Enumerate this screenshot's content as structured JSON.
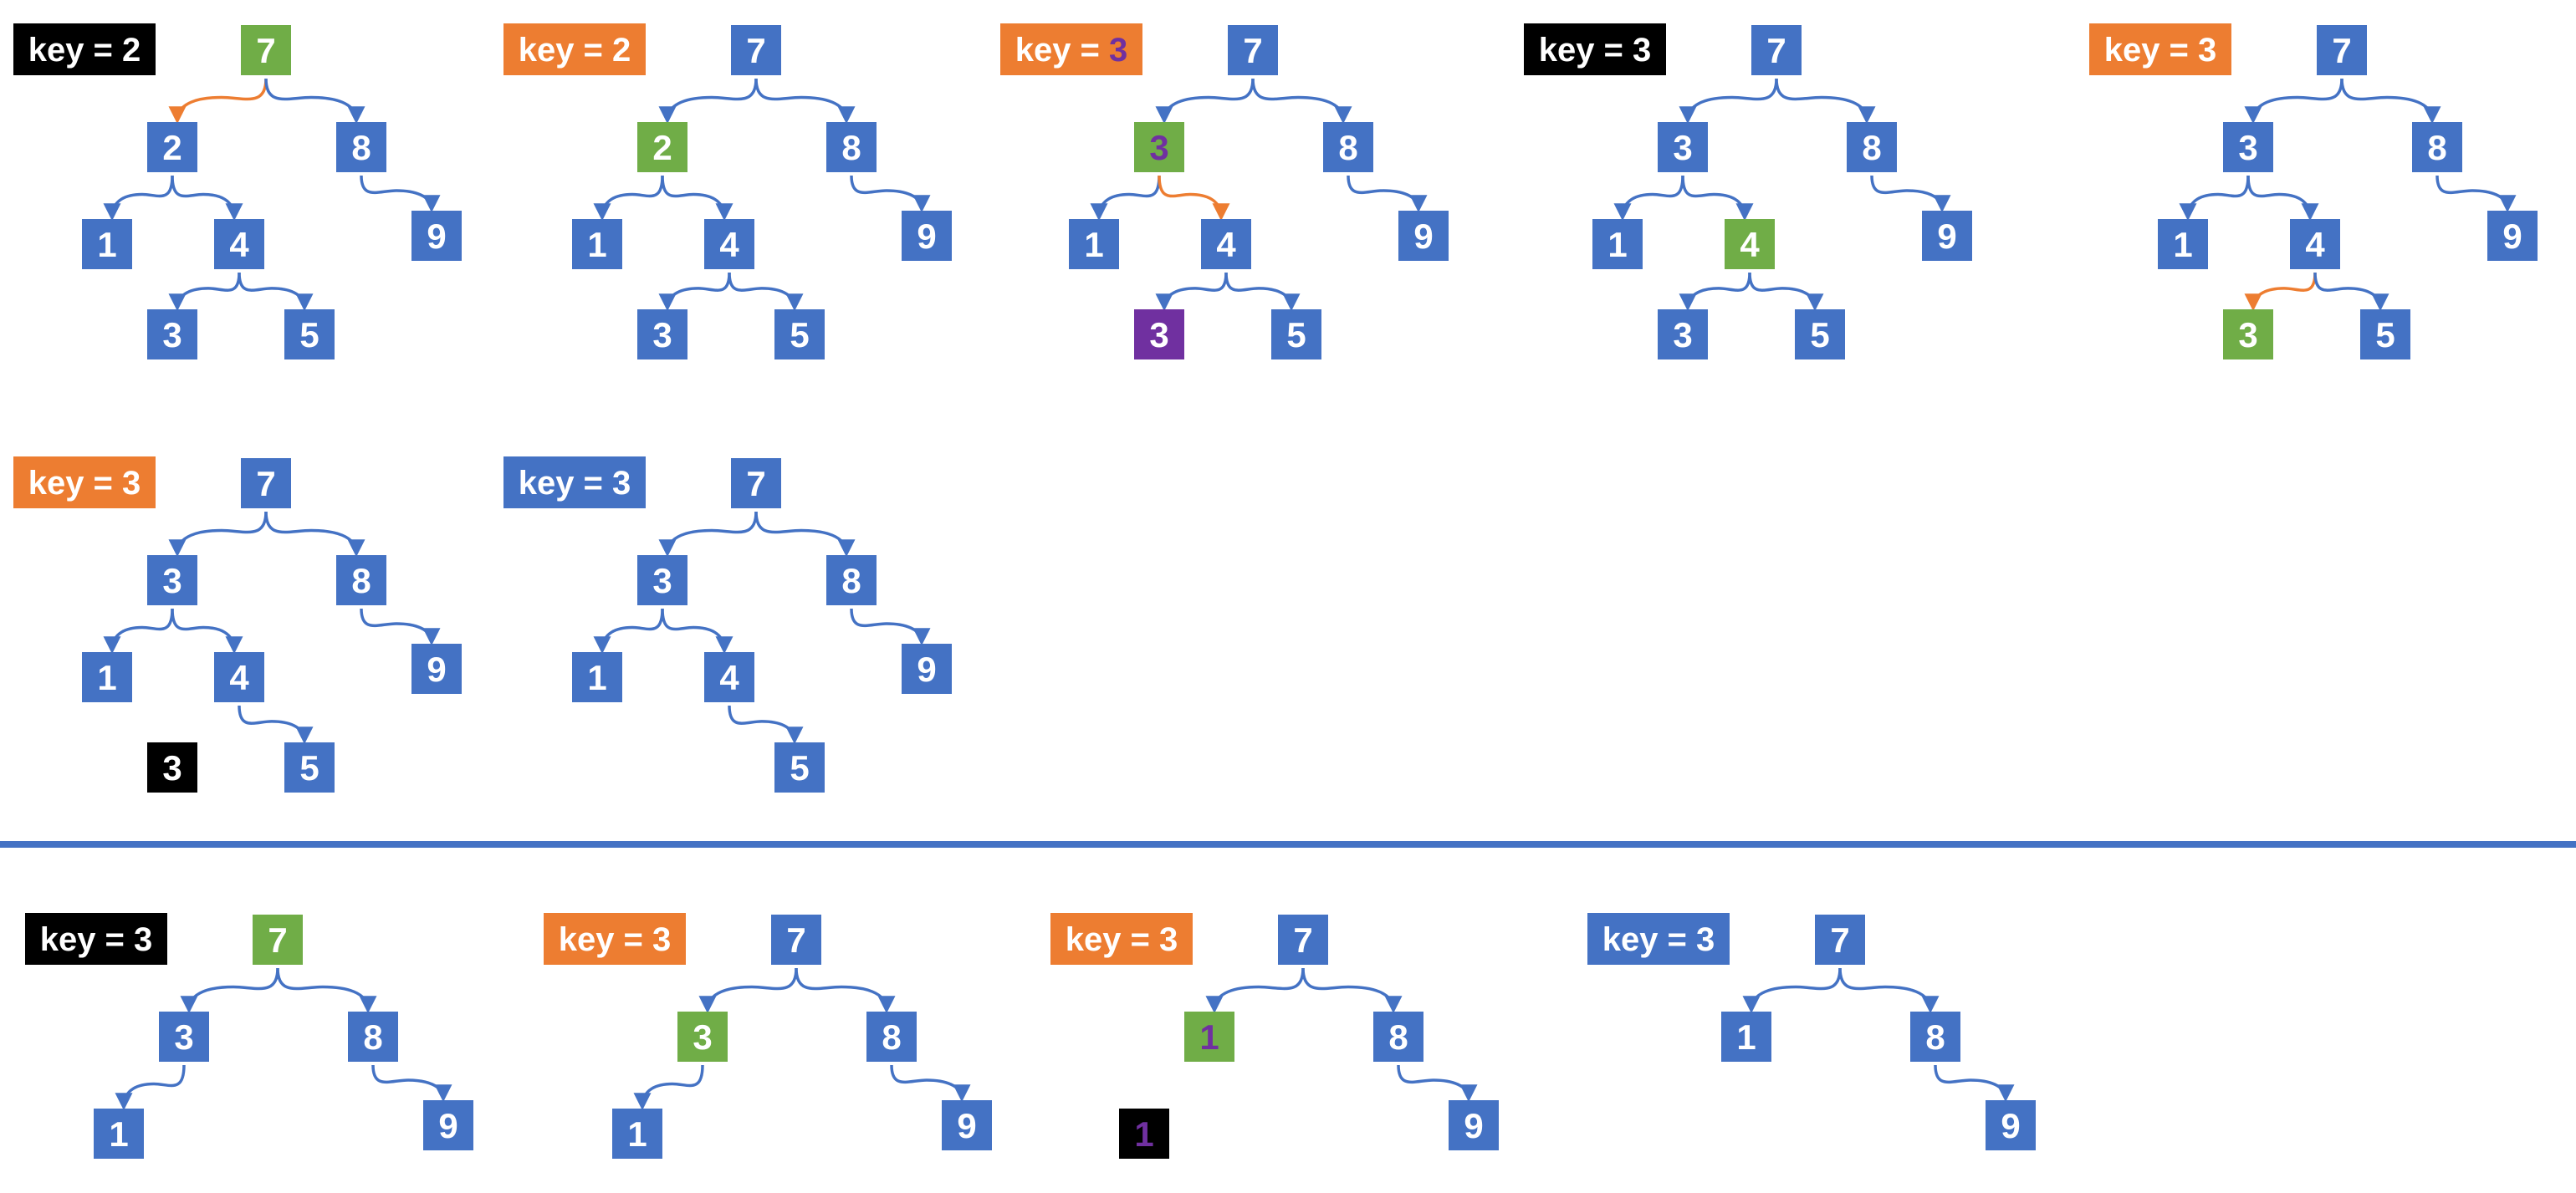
{
  "colors": {
    "blue": "#4472C4",
    "green": "#70AD47",
    "orange": "#ED7D31",
    "black": "#000000",
    "purple": "#7030A0",
    "white": "#FFFFFF",
    "edge_blue": "#4472C4",
    "edge_orange": "#ED7D31"
  },
  "panels": [
    {
      "id": "row1-step1",
      "label": {
        "text": "key = 2",
        "prefix": "key = ",
        "value": "2",
        "bg": "black",
        "value_color": "white"
      },
      "nodes": [
        {
          "id": "n7",
          "text": "7",
          "fill": "green"
        },
        {
          "id": "n2",
          "text": "2",
          "fill": "blue"
        },
        {
          "id": "n8",
          "text": "8",
          "fill": "blue"
        },
        {
          "id": "n1",
          "text": "1",
          "fill": "blue"
        },
        {
          "id": "n4",
          "text": "4",
          "fill": "blue"
        },
        {
          "id": "n9",
          "text": "9",
          "fill": "blue"
        },
        {
          "id": "n3",
          "text": "3",
          "fill": "blue"
        },
        {
          "id": "n5",
          "text": "5",
          "fill": "blue"
        }
      ],
      "edges": [
        {
          "from": "n7",
          "to": "n2",
          "color": "orange"
        },
        {
          "from": "n7",
          "to": "n8",
          "color": "blue"
        },
        {
          "from": "n2",
          "to": "n1",
          "color": "blue"
        },
        {
          "from": "n2",
          "to": "n4",
          "color": "blue"
        },
        {
          "from": "n8",
          "to": "n9",
          "color": "blue"
        },
        {
          "from": "n4",
          "to": "n3",
          "color": "blue"
        },
        {
          "from": "n4",
          "to": "n5",
          "color": "blue"
        }
      ]
    },
    {
      "id": "row1-step2",
      "label": {
        "text": "key = 2",
        "prefix": "key = ",
        "value": "2",
        "bg": "orange",
        "value_color": "white"
      },
      "nodes": [
        {
          "id": "n7",
          "text": "7",
          "fill": "blue"
        },
        {
          "id": "n2",
          "text": "2",
          "fill": "green"
        },
        {
          "id": "n8",
          "text": "8",
          "fill": "blue"
        },
        {
          "id": "n1",
          "text": "1",
          "fill": "blue"
        },
        {
          "id": "n4",
          "text": "4",
          "fill": "blue"
        },
        {
          "id": "n9",
          "text": "9",
          "fill": "blue"
        },
        {
          "id": "n3",
          "text": "3",
          "fill": "blue"
        },
        {
          "id": "n5",
          "text": "5",
          "fill": "blue"
        }
      ],
      "edges": [
        {
          "from": "n7",
          "to": "n2",
          "color": "blue"
        },
        {
          "from": "n7",
          "to": "n8",
          "color": "blue"
        },
        {
          "from": "n2",
          "to": "n1",
          "color": "blue"
        },
        {
          "from": "n2",
          "to": "n4",
          "color": "blue"
        },
        {
          "from": "n8",
          "to": "n9",
          "color": "blue"
        },
        {
          "from": "n4",
          "to": "n3",
          "color": "blue"
        },
        {
          "from": "n4",
          "to": "n5",
          "color": "blue"
        }
      ]
    },
    {
      "id": "row1-step3",
      "label": {
        "text": "key = 3",
        "prefix": "key = ",
        "value": "3",
        "bg": "orange",
        "value_color": "purple"
      },
      "nodes": [
        {
          "id": "n7",
          "text": "7",
          "fill": "blue"
        },
        {
          "id": "n2",
          "text": "3",
          "fill": "green",
          "text_color": "purple"
        },
        {
          "id": "n8",
          "text": "8",
          "fill": "blue"
        },
        {
          "id": "n1",
          "text": "1",
          "fill": "blue"
        },
        {
          "id": "n4",
          "text": "4",
          "fill": "blue"
        },
        {
          "id": "n9",
          "text": "9",
          "fill": "blue"
        },
        {
          "id": "n3",
          "text": "3",
          "fill": "purple"
        },
        {
          "id": "n5",
          "text": "5",
          "fill": "blue"
        }
      ],
      "edges": [
        {
          "from": "n7",
          "to": "n2",
          "color": "blue"
        },
        {
          "from": "n7",
          "to": "n8",
          "color": "blue"
        },
        {
          "from": "n2",
          "to": "n1",
          "color": "blue"
        },
        {
          "from": "n2",
          "to": "n4",
          "color": "orange"
        },
        {
          "from": "n8",
          "to": "n9",
          "color": "blue"
        },
        {
          "from": "n4",
          "to": "n3",
          "color": "blue"
        },
        {
          "from": "n4",
          "to": "n5",
          "color": "blue"
        }
      ]
    },
    {
      "id": "row1-step4",
      "label": {
        "text": "key = 3",
        "prefix": "key = ",
        "value": "3",
        "bg": "black",
        "value_color": "white"
      },
      "nodes": [
        {
          "id": "n7",
          "text": "7",
          "fill": "blue"
        },
        {
          "id": "n2",
          "text": "3",
          "fill": "blue"
        },
        {
          "id": "n8",
          "text": "8",
          "fill": "blue"
        },
        {
          "id": "n1",
          "text": "1",
          "fill": "blue"
        },
        {
          "id": "n4",
          "text": "4",
          "fill": "green"
        },
        {
          "id": "n9",
          "text": "9",
          "fill": "blue"
        },
        {
          "id": "n3",
          "text": "3",
          "fill": "blue"
        },
        {
          "id": "n5",
          "text": "5",
          "fill": "blue"
        }
      ],
      "edges": [
        {
          "from": "n7",
          "to": "n2",
          "color": "blue"
        },
        {
          "from": "n7",
          "to": "n8",
          "color": "blue"
        },
        {
          "from": "n2",
          "to": "n1",
          "color": "blue"
        },
        {
          "from": "n2",
          "to": "n4",
          "color": "blue"
        },
        {
          "from": "n8",
          "to": "n9",
          "color": "blue"
        },
        {
          "from": "n4",
          "to": "n3",
          "color": "blue"
        },
        {
          "from": "n4",
          "to": "n5",
          "color": "blue"
        }
      ]
    },
    {
      "id": "row1-step5",
      "label": {
        "text": "key = 3",
        "prefix": "key = ",
        "value": "3",
        "bg": "orange",
        "value_color": "white"
      },
      "nodes": [
        {
          "id": "n7",
          "text": "7",
          "fill": "blue"
        },
        {
          "id": "n2",
          "text": "3",
          "fill": "blue"
        },
        {
          "id": "n8",
          "text": "8",
          "fill": "blue"
        },
        {
          "id": "n1",
          "text": "1",
          "fill": "blue"
        },
        {
          "id": "n4",
          "text": "4",
          "fill": "blue"
        },
        {
          "id": "n9",
          "text": "9",
          "fill": "blue"
        },
        {
          "id": "n3",
          "text": "3",
          "fill": "green"
        },
        {
          "id": "n5",
          "text": "5",
          "fill": "blue"
        }
      ],
      "edges": [
        {
          "from": "n7",
          "to": "n2",
          "color": "blue"
        },
        {
          "from": "n7",
          "to": "n8",
          "color": "blue"
        },
        {
          "from": "n2",
          "to": "n1",
          "color": "blue"
        },
        {
          "from": "n2",
          "to": "n4",
          "color": "blue"
        },
        {
          "from": "n8",
          "to": "n9",
          "color": "blue"
        },
        {
          "from": "n4",
          "to": "n3",
          "color": "orange"
        },
        {
          "from": "n4",
          "to": "n5",
          "color": "blue"
        }
      ]
    },
    {
      "id": "row2-step1",
      "label": {
        "text": "key = 3",
        "prefix": "key = ",
        "value": "3",
        "bg": "orange",
        "value_color": "white"
      },
      "nodes": [
        {
          "id": "n7",
          "text": "7",
          "fill": "blue"
        },
        {
          "id": "n2",
          "text": "3",
          "fill": "blue"
        },
        {
          "id": "n8",
          "text": "8",
          "fill": "blue"
        },
        {
          "id": "n1",
          "text": "1",
          "fill": "blue"
        },
        {
          "id": "n4",
          "text": "4",
          "fill": "blue"
        },
        {
          "id": "n9",
          "text": "9",
          "fill": "blue"
        },
        {
          "id": "n3",
          "text": "3",
          "fill": "black"
        },
        {
          "id": "n5",
          "text": "5",
          "fill": "blue"
        }
      ],
      "edges": [
        {
          "from": "n7",
          "to": "n2",
          "color": "blue"
        },
        {
          "from": "n7",
          "to": "n8",
          "color": "blue"
        },
        {
          "from": "n2",
          "to": "n1",
          "color": "blue"
        },
        {
          "from": "n2",
          "to": "n4",
          "color": "blue"
        },
        {
          "from": "n8",
          "to": "n9",
          "color": "blue"
        },
        {
          "from": "n4",
          "to": "n5",
          "color": "blue"
        }
      ]
    },
    {
      "id": "row2-step2",
      "label": {
        "text": "key = 3",
        "prefix": "key = ",
        "value": "3",
        "bg": "blue",
        "value_color": "white"
      },
      "nodes": [
        {
          "id": "n7",
          "text": "7",
          "fill": "blue"
        },
        {
          "id": "n2",
          "text": "3",
          "fill": "blue"
        },
        {
          "id": "n8",
          "text": "8",
          "fill": "blue"
        },
        {
          "id": "n1",
          "text": "1",
          "fill": "blue"
        },
        {
          "id": "n4",
          "text": "4",
          "fill": "blue"
        },
        {
          "id": "n9",
          "text": "9",
          "fill": "blue"
        },
        {
          "id": "n5",
          "text": "5",
          "fill": "blue"
        }
      ],
      "edges": [
        {
          "from": "n7",
          "to": "n2",
          "color": "blue"
        },
        {
          "from": "n7",
          "to": "n8",
          "color": "blue"
        },
        {
          "from": "n2",
          "to": "n1",
          "color": "blue"
        },
        {
          "from": "n2",
          "to": "n4",
          "color": "blue"
        },
        {
          "from": "n8",
          "to": "n9",
          "color": "blue"
        },
        {
          "from": "n4",
          "to": "n5",
          "color": "blue"
        }
      ]
    },
    {
      "id": "row3-step1",
      "label": {
        "text": "key = 3",
        "prefix": "key = ",
        "value": "3",
        "bg": "black",
        "value_color": "white"
      },
      "nodes": [
        {
          "id": "n7",
          "text": "7",
          "fill": "green"
        },
        {
          "id": "n2",
          "text": "3",
          "fill": "blue"
        },
        {
          "id": "n8",
          "text": "8",
          "fill": "blue"
        },
        {
          "id": "n1",
          "text": "1",
          "fill": "blue"
        },
        {
          "id": "n9",
          "text": "9",
          "fill": "blue"
        }
      ],
      "edges": [
        {
          "from": "n7",
          "to": "n2",
          "color": "blue"
        },
        {
          "from": "n7",
          "to": "n8",
          "color": "blue"
        },
        {
          "from": "n2",
          "to": "n1",
          "color": "blue"
        },
        {
          "from": "n8",
          "to": "n9",
          "color": "blue"
        }
      ]
    },
    {
      "id": "row3-step2",
      "label": {
        "text": "key = 3",
        "prefix": "key = ",
        "value": "3",
        "bg": "orange",
        "value_color": "white"
      },
      "nodes": [
        {
          "id": "n7",
          "text": "7",
          "fill": "blue"
        },
        {
          "id": "n2",
          "text": "3",
          "fill": "green"
        },
        {
          "id": "n8",
          "text": "8",
          "fill": "blue"
        },
        {
          "id": "n1",
          "text": "1",
          "fill": "blue"
        },
        {
          "id": "n9",
          "text": "9",
          "fill": "blue"
        }
      ],
      "edges": [
        {
          "from": "n7",
          "to": "n2",
          "color": "blue"
        },
        {
          "from": "n7",
          "to": "n8",
          "color": "blue"
        },
        {
          "from": "n2",
          "to": "n1",
          "color": "blue"
        },
        {
          "from": "n8",
          "to": "n9",
          "color": "blue"
        }
      ]
    },
    {
      "id": "row3-step3",
      "label": {
        "text": "key = 3",
        "prefix": "key = ",
        "value": "3",
        "bg": "orange",
        "value_color": "white"
      },
      "nodes": [
        {
          "id": "n7",
          "text": "7",
          "fill": "blue"
        },
        {
          "id": "n2",
          "text": "1",
          "fill": "green",
          "text_color": "purple"
        },
        {
          "id": "n8",
          "text": "8",
          "fill": "blue"
        },
        {
          "id": "n1",
          "text": "1",
          "fill": "black",
          "text_color": "purple"
        },
        {
          "id": "n9",
          "text": "9",
          "fill": "blue"
        }
      ],
      "edges": [
        {
          "from": "n7",
          "to": "n2",
          "color": "blue"
        },
        {
          "from": "n7",
          "to": "n8",
          "color": "blue"
        },
        {
          "from": "n8",
          "to": "n9",
          "color": "blue"
        }
      ]
    },
    {
      "id": "row3-step4",
      "label": {
        "text": "key = 3",
        "prefix": "key = ",
        "value": "3",
        "bg": "blue",
        "value_color": "white"
      },
      "nodes": [
        {
          "id": "n7",
          "text": "7",
          "fill": "blue"
        },
        {
          "id": "n2",
          "text": "1",
          "fill": "blue"
        },
        {
          "id": "n8",
          "text": "8",
          "fill": "blue"
        },
        {
          "id": "n9",
          "text": "9",
          "fill": "blue"
        }
      ],
      "edges": [
        {
          "from": "n7",
          "to": "n2",
          "color": "blue"
        },
        {
          "from": "n7",
          "to": "n8",
          "color": "blue"
        },
        {
          "from": "n8",
          "to": "n9",
          "color": "blue"
        }
      ]
    }
  ]
}
